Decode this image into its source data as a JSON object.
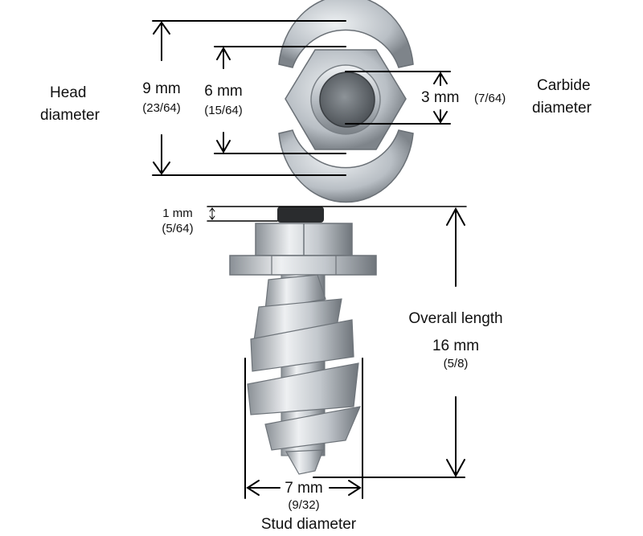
{
  "top_view": {
    "head_diameter": {
      "title_line1": "Head",
      "title_line2": "diameter",
      "metric": "9 mm",
      "imperial": "(23/64)"
    },
    "hex_size": {
      "metric": "6 mm",
      "imperial": "(15/64)"
    },
    "carbide_diameter": {
      "title_line1": "Carbide",
      "title_line2": "diameter",
      "metric": "3 mm",
      "imperial": "(7/64)"
    }
  },
  "side_view": {
    "carbide_protrusion": {
      "metric": "1 mm",
      "imperial": "(5/64)"
    },
    "overall_length": {
      "title": "Overall length",
      "metric": "16 mm",
      "imperial": "(5/8)"
    },
    "stud_diameter": {
      "title": "Stud diameter",
      "metric": "7 mm",
      "imperial": "(9/32)"
    }
  },
  "colors": {
    "line": "#000000",
    "metal_light": "#e6e9ec",
    "metal_mid": "#b4bac0",
    "metal_dark": "#6e747a",
    "carbide": "#2a2c2e"
  }
}
